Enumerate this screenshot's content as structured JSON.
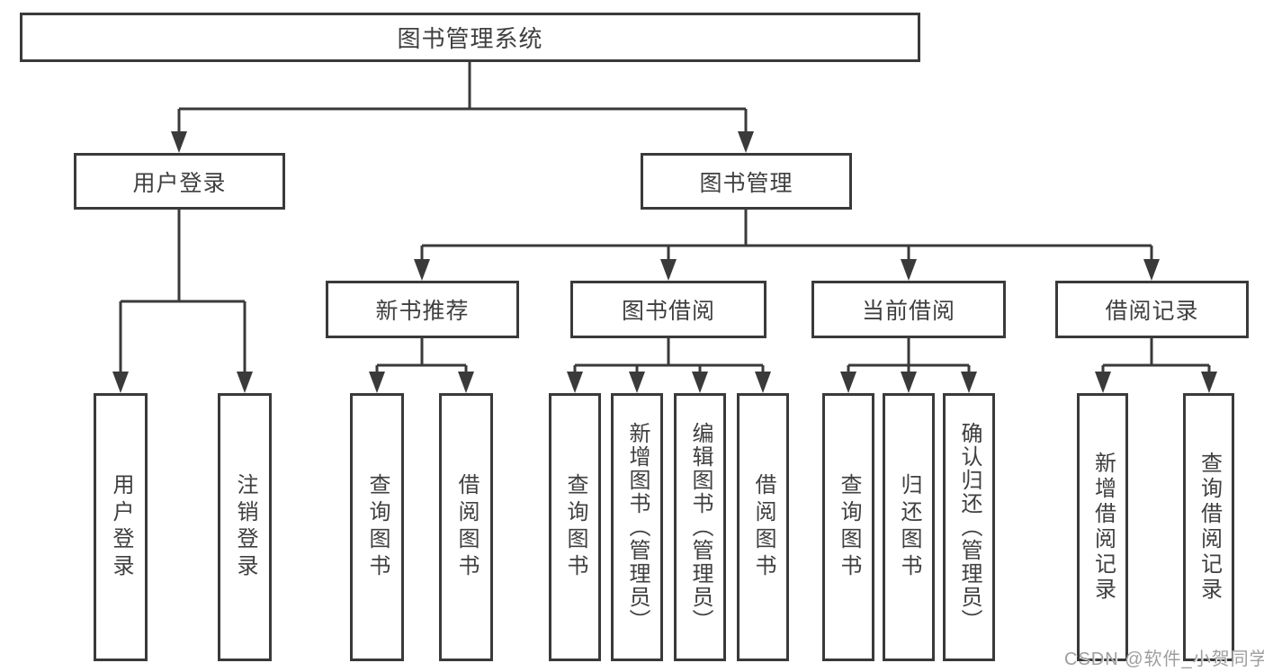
{
  "diagram": {
    "root": {
      "label": "图书管理系统"
    },
    "level2": [
      {
        "label": "用户登录"
      },
      {
        "label": "图书管理"
      }
    ],
    "level3": [
      {
        "label": "新书推荐"
      },
      {
        "label": "图书借阅"
      },
      {
        "label": "当前借阅"
      },
      {
        "label": "借阅记录"
      }
    ],
    "leaves_login": [
      {
        "label": "用户登录"
      },
      {
        "label": "注销登录"
      }
    ],
    "leaves_newbook": [
      {
        "label": "查询图书"
      },
      {
        "label": "借阅图书"
      }
    ],
    "leaves_borrowing": [
      {
        "label": "查询图书"
      },
      {
        "label": "新增图书（管理员）"
      },
      {
        "label": "编辑图书（管理员）"
      },
      {
        "label": "借阅图书"
      }
    ],
    "leaves_current": [
      {
        "label": "查询图书"
      },
      {
        "label": "归还图书"
      },
      {
        "label": "确认归还（管理员）"
      }
    ],
    "leaves_records": [
      {
        "label": "新增借阅记录"
      },
      {
        "label": "查询借阅记录"
      }
    ]
  },
  "watermark": {
    "text": "CSDN @软件_小贺同学"
  },
  "colors": {
    "line": "#3a3a3a",
    "text": "#3f3f3f",
    "background": "#ffffff",
    "watermark": "#9e9e9e"
  }
}
